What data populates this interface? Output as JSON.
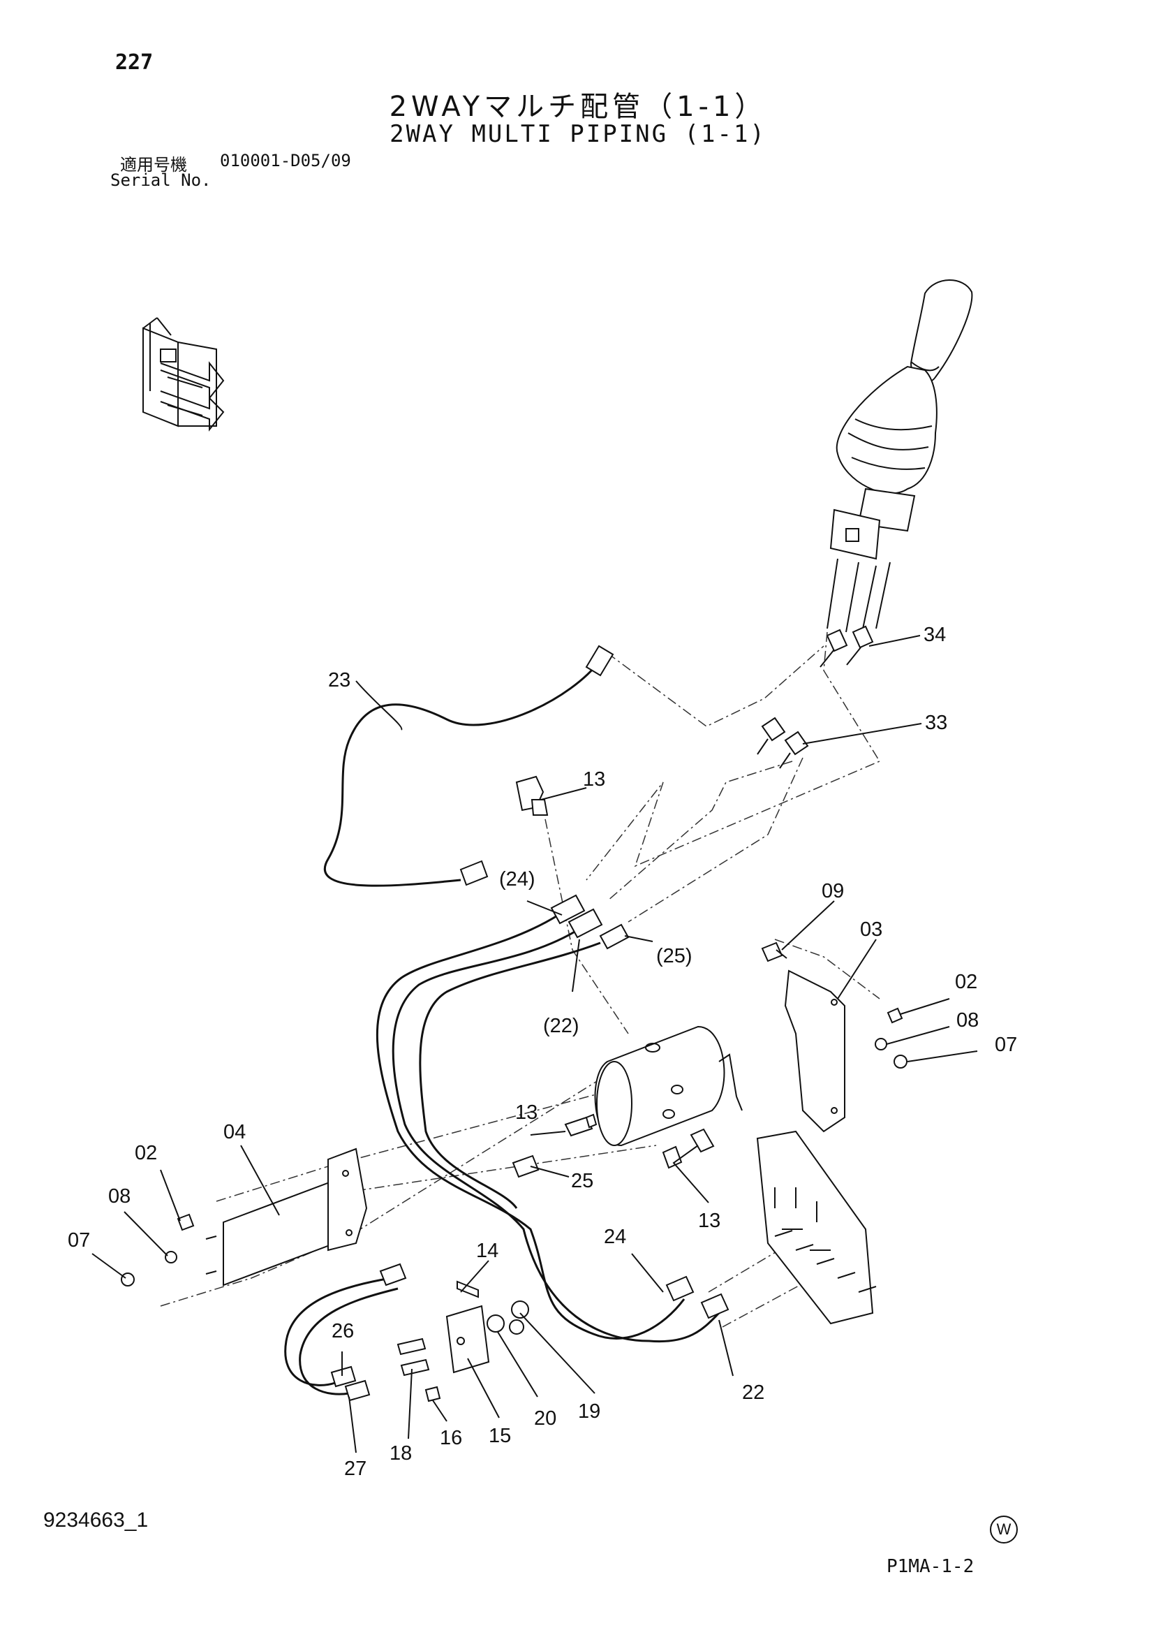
{
  "header": {
    "page_number": "227",
    "title_jp": "2WAYマルチ配管（1-1）",
    "title_en": "2WAY MULTI PIPING (1-1)",
    "serial_label_jp": "適用号機",
    "serial_value": "010001-D05/09",
    "serial_label_en": "Serial No."
  },
  "footer": {
    "drawing_number": "9234663_1",
    "mark": "W",
    "page_code": "P1MA-1-2"
  },
  "parts": {
    "p34": "34",
    "p33": "33",
    "p23": "23",
    "p13a": "13",
    "p24a": "(24)",
    "p25a": "(25)",
    "p22a": "(22)",
    "p09": "09",
    "p03": "03",
    "p02a": "02",
    "p08a": "08",
    "p07a": "07",
    "p04": "04",
    "p02b": "02",
    "p08b": "08",
    "p07b": "07",
    "p13b": "13",
    "p25b": "25",
    "p13c": "13",
    "p24b": "24",
    "p14": "14",
    "p26": "26",
    "p22b": "22",
    "p19": "19",
    "p20": "20",
    "p15": "15",
    "p16": "16",
    "p18": "18",
    "p27": "27"
  },
  "icons": {
    "orientation": "front-right-direction-icon",
    "joystick": "joystick-lever-icon",
    "valve": "rotary-valve-icon"
  }
}
